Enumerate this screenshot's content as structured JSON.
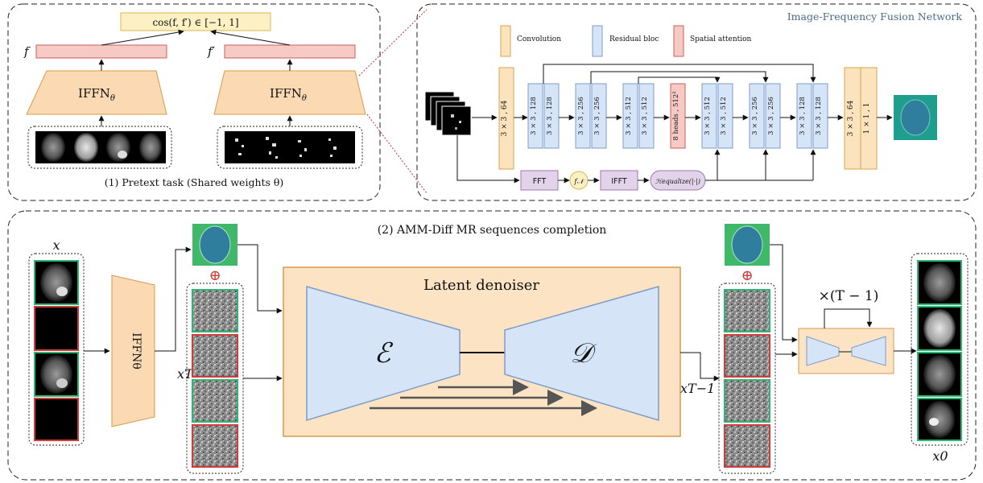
{
  "pretext": {
    "cosine": "cos(f, f′) ∈ [−1, 1]",
    "feat_left": "f",
    "feat_right": "f′",
    "ifnn_label": "IFFN",
    "ifnn_sub": "θ",
    "caption": "(1) Pretext task (Shared weights θ)"
  },
  "network": {
    "title": "Image-Frequency Fusion Network",
    "legend": [
      {
        "label": "Convolution",
        "color": "#fbe3bd",
        "edge": "#d9a64e"
      },
      {
        "label": "Residual bloc",
        "color": "#d6e4f7",
        "edge": "#7d9cc9"
      },
      {
        "label": "Spatial attention",
        "color": "#f7c9c5",
        "edge": "#c9625a"
      }
    ],
    "conv1": "3 × 3 , 64",
    "res_blocks": [
      [
        "3 × 3 , 128",
        "3 × 3 , 128"
      ],
      [
        "3 × 3 , 256",
        "3 × 3 , 256"
      ],
      [
        "3 × 3 , 512",
        "3 × 3 , 512"
      ],
      [
        "3 × 3 , 512",
        "3 × 3 , 512"
      ],
      [
        "3 × 3 , 256",
        "3 × 3 , 256"
      ],
      [
        "3 × 3 , 128",
        "3 × 3 , 128"
      ]
    ],
    "attention": "8 heads , 512²",
    "conv_out": [
      "3 × 3 , 64",
      "1 × 1 , 1"
    ],
    "fft": "FFT",
    "ifft": "IFFT",
    "fn": "f𝒩",
    "heq": "ℋequalize(|·|)"
  },
  "completion": {
    "title": "(2) AMM-Diff MR sequences completion",
    "x": "x",
    "xT": "xT",
    "xT1": "xT−1",
    "x0": "x0",
    "ifnn": "IFFNθ",
    "latent": "Latent denoiser",
    "encoder": "ℰ",
    "decoder": "𝒟",
    "repeat": "×(T − 1)",
    "plus": "⊕"
  },
  "colors": {
    "orange": "#fbd9b2",
    "orange_edge": "#d99a4a",
    "blue": "#d6e4f7",
    "blue_edge": "#7d9cc9",
    "pink": "#f7c9c5",
    "pink_edge": "#c9625a",
    "purple": "#e3d3ea",
    "purple_edge": "#9b7aa9",
    "green": "#2bb673",
    "red": "#d23b3b"
  }
}
